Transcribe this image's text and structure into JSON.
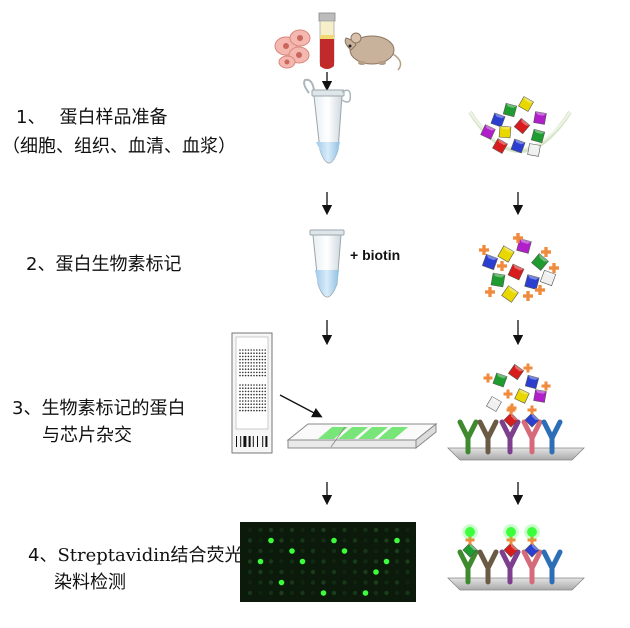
{
  "steps": [
    {
      "number": "1、",
      "title": "蛋白样品准备",
      "subtitle": "（细胞、组织、血清、血浆）"
    },
    {
      "number": "2、",
      "title": "蛋白生物素标记",
      "reagent": "+ biotin"
    },
    {
      "number": "3、",
      "title": "生物素标记的蛋白",
      "subtitle": "与芯片杂交"
    },
    {
      "number": "4、",
      "title": "Streptavidin结合荧光",
      "subtitle": "染料检测"
    }
  ],
  "colors": {
    "protein": [
      "#e8d800",
      "#2a3fcf",
      "#1f9c2f",
      "#d81b1b",
      "#b01fc9",
      "#f0f0f0"
    ],
    "biotin": "#f08a3c",
    "antibody": [
      "#3f8a2e",
      "#6b5b44",
      "#7e3f8f",
      "#d46a7a",
      "#2c6fb6"
    ],
    "fluor_dot": "#3cff3c",
    "slide_green": "#4cde4c",
    "array_bg": "#0b1a0b",
    "arrow": "#111111",
    "blood": "#c02a2a"
  },
  "icons": [
    "cell-cluster-icon",
    "blood-tube-icon",
    "mouse-icon",
    "microtube-icon",
    "protein-bowl-icon",
    "biotin-protein-icon",
    "protein-chip-icon",
    "antibody-array-icon",
    "fluorescent-array-icon"
  ]
}
